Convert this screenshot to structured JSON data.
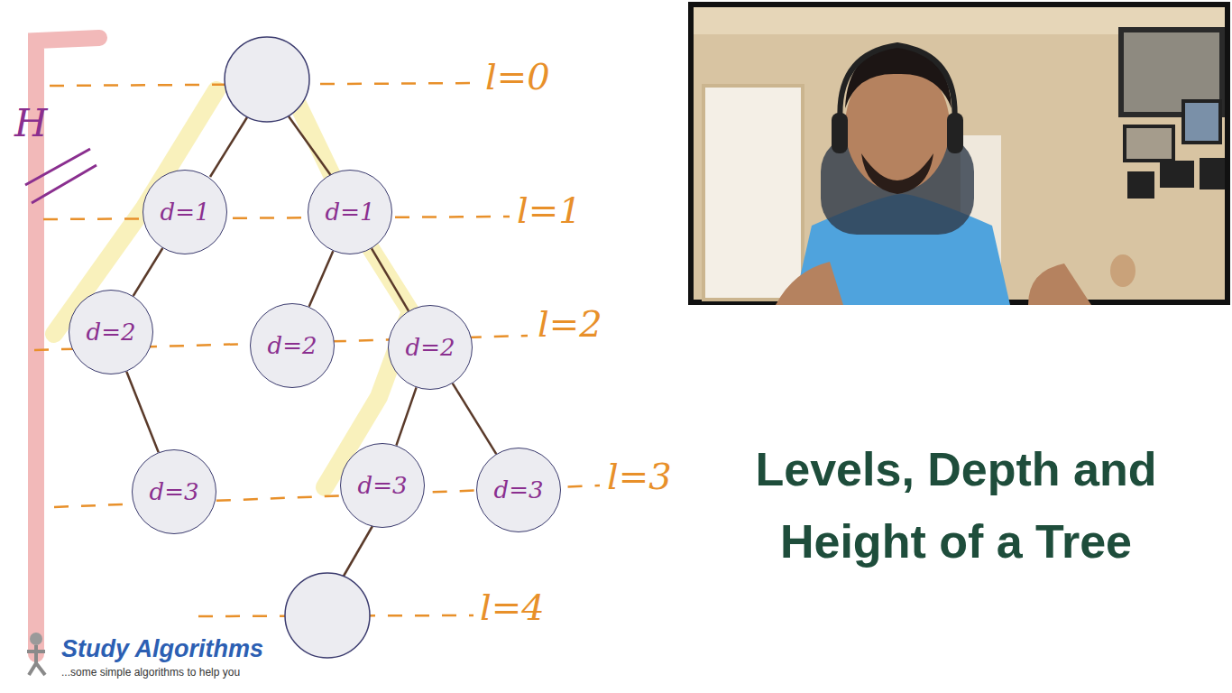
{
  "diagram": {
    "title": "Levels, Depth and Height of a Tree",
    "nodes": [
      {
        "text": [
          "d=1"
        ]
      },
      {
        "text": [
          "d=1"
        ]
      },
      {
        "text": [
          "d=2"
        ]
      },
      {
        "text": [
          "d=2"
        ]
      },
      {
        "text": [
          "d=2"
        ]
      },
      {
        "text": [
          "d=3"
        ]
      },
      {
        "text": [
          "d=3"
        ]
      },
      {
        "text": [
          "d=3"
        ]
      }
    ],
    "edges": [
      {
        "from": 0,
        "to": 2,
        "arrow": "none"
      },
      {
        "from": 1,
        "to": 3,
        "arrow": "none"
      },
      {
        "from": 1,
        "to": 4,
        "arrow": "none"
      },
      {
        "from": 2,
        "to": 5,
        "arrow": "none"
      },
      {
        "from": 4,
        "to": 6,
        "arrow": "none"
      },
      {
        "from": 4,
        "to": 7,
        "arrow": "none"
      }
    ],
    "labels": [
      "H",
      "l=0",
      "l=1",
      "l=2",
      "l=3",
      "l=4",
      "Study Algorithms",
      "...some simple algorithms to help you"
    ]
  }
}
